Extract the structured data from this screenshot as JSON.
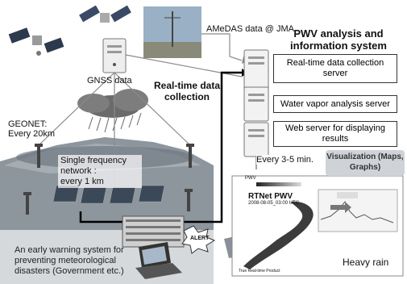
{
  "labels": {
    "amedas": "AMeDAS data @ JMA",
    "gnss_data": "GNSS data",
    "realtime_collection": "Real-time data collection",
    "geonet": "GEONET:",
    "geonet_spacing": "Every 20km",
    "single_freq": "Single frequency network :",
    "single_freq_spacing": "every 1 km",
    "every_3_5": "Every 3-5 min.",
    "heavy_rain": "Heavy rain",
    "information": "information",
    "alert": "ALERT"
  },
  "system": {
    "title": "PWV analysis and information system",
    "servers": [
      "Real-time data collection server",
      "Water vapor analysis server",
      "Web server for displaying results"
    ]
  },
  "visualization": {
    "label": "Visualization (Maps, Graphs)"
  },
  "rtnet": {
    "title": "RTNet PWV",
    "timestamp": "2008-08-05_03:00 UTC",
    "scale_label": "PWV",
    "footer": "True Real-time Product"
  },
  "warning": {
    "text": "An early warning system for preventing meteorological disasters (Government etc.)"
  }
}
